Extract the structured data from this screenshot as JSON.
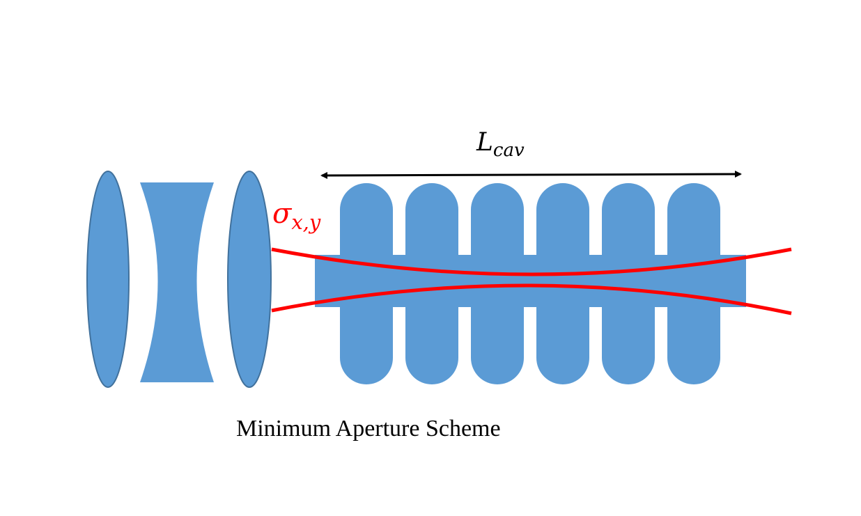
{
  "diagram": {
    "caption": "Minimum Aperture Scheme",
    "length_label": {
      "symbol": "L",
      "subscript": "cav"
    },
    "beam_label": {
      "symbol": "σ",
      "subscript": "x,y"
    },
    "cavity_cell_count": 6,
    "colors": {
      "component_fill": "#5b9bd5",
      "component_stroke": "#41719c",
      "beam": "#ff0000",
      "arrow": "#000000",
      "text": "#000000"
    }
  }
}
